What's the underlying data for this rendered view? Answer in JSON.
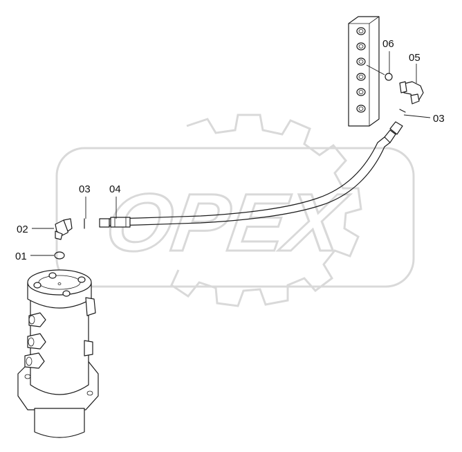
{
  "watermark": {
    "text": "OPEX",
    "color": "#d9d9d9"
  },
  "callouts": [
    {
      "id": "01",
      "label": "01"
    },
    {
      "id": "02",
      "label": "02"
    },
    {
      "id": "03a",
      "label": "03"
    },
    {
      "id": "04",
      "label": "04"
    },
    {
      "id": "03b",
      "label": "03"
    },
    {
      "id": "05",
      "label": "05"
    },
    {
      "id": "06",
      "label": "06"
    }
  ],
  "colors": {
    "line": "#1a1a1a",
    "background": "#ffffff"
  }
}
